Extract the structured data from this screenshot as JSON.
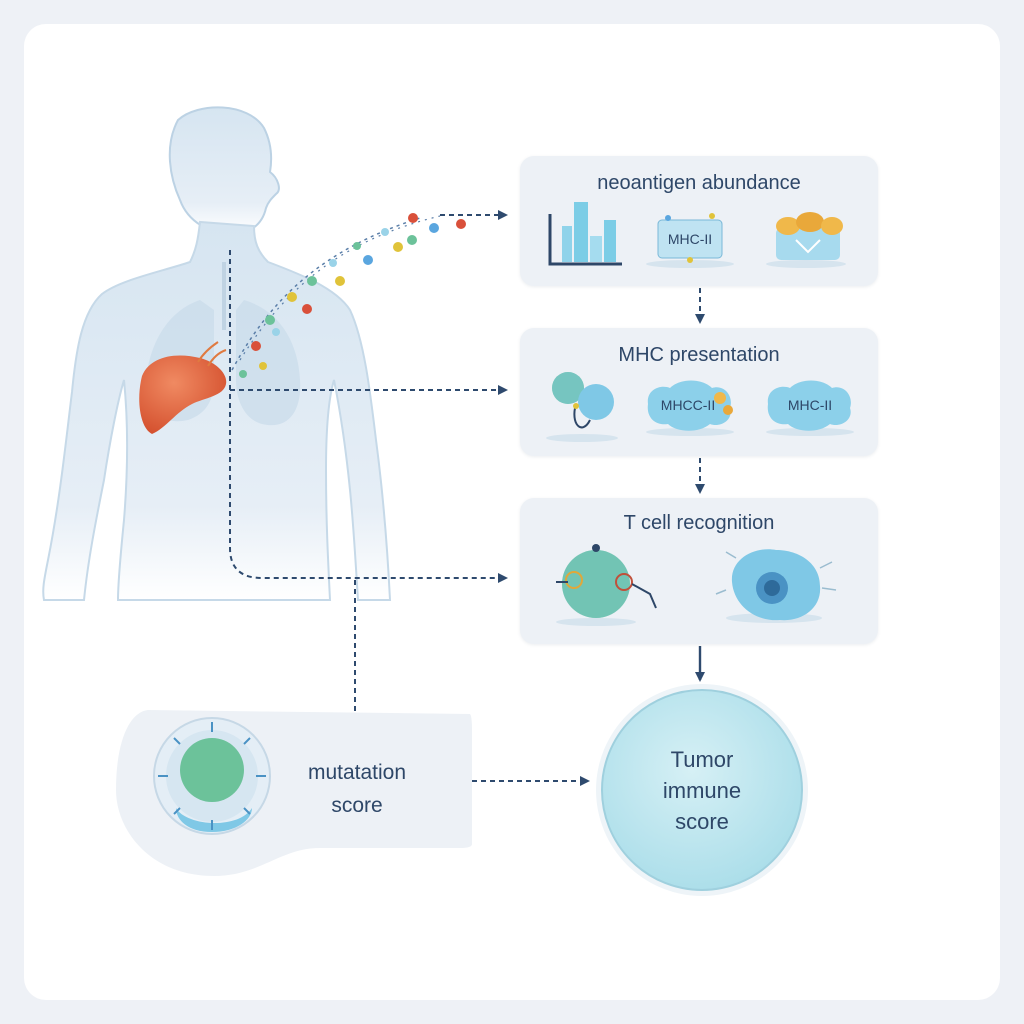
{
  "steps": {
    "neoantigen": {
      "title": "neoantigen abundance",
      "icons": [
        "bar-chart-icon",
        "mhc-ii-chip-icon",
        "peptide-complex-icon"
      ],
      "mhc_label": "MHC-II"
    },
    "mhc": {
      "title": "MHC presentation",
      "icons": [
        "molecule-cluster-icon",
        "mhc-ii-receptor-icon",
        "mhc-ii-receptor-icon"
      ],
      "mhc_label_1": "MHCC-II",
      "mhc_label_2": "MHC-II"
    },
    "tcell": {
      "title": "T cell recognition",
      "icons": [
        "t-cell-icon",
        "tumor-cell-icon"
      ]
    }
  },
  "mutation": {
    "line1": "mutatation",
    "line2": "score",
    "icon": "mutated-cell-icon"
  },
  "outcome": {
    "line1": "Tumor",
    "line2": "immune",
    "line3": "score"
  },
  "figure": {
    "icon": "human-body-icon",
    "organ_icon": "liver-icon"
  },
  "colors": {
    "arrow": "#2e4a6e",
    "liver": "#e2643f",
    "body": "#dce9f3",
    "bar": "#7ccde6",
    "cell_green": "#6cc29a",
    "cell_blue": "#7fc8e6",
    "outcome_fill": "#bfe7ef"
  }
}
